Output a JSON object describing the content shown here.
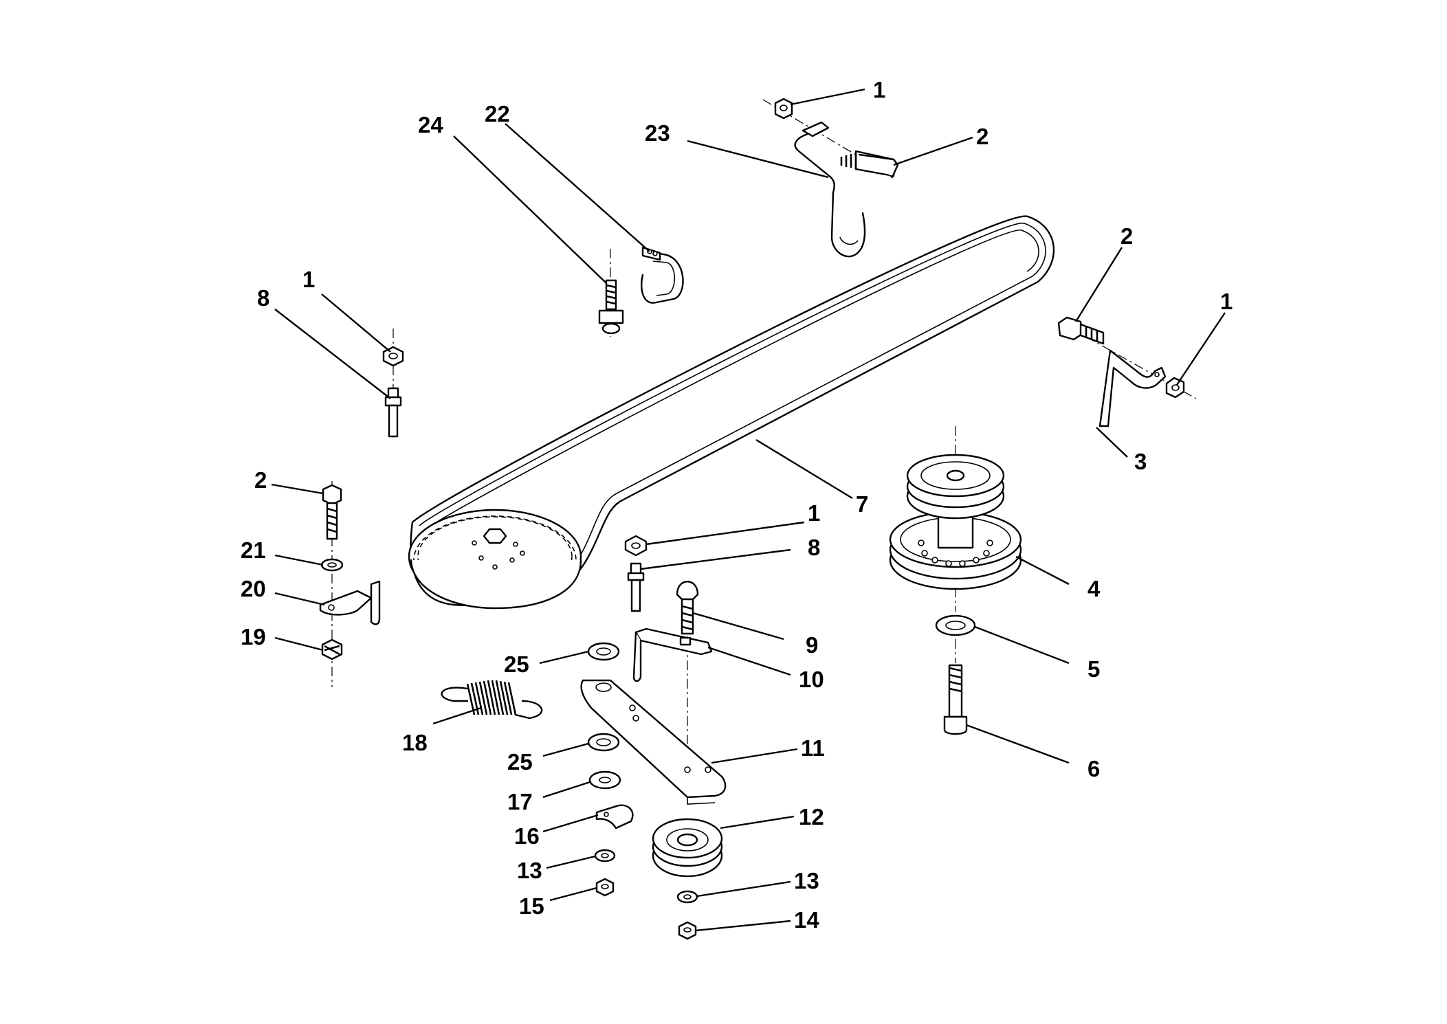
{
  "callouts": [
    {
      "id": "c-1a",
      "text": "1"
    },
    {
      "id": "c-2a",
      "text": "2"
    },
    {
      "id": "c-23",
      "text": "23"
    },
    {
      "id": "c-24",
      "text": "24"
    },
    {
      "id": "c-22",
      "text": "22"
    },
    {
      "id": "c-1b",
      "text": "1"
    },
    {
      "id": "c-8a",
      "text": "8"
    },
    {
      "id": "c-2b",
      "text": "2"
    },
    {
      "id": "c-1c",
      "text": "1"
    },
    {
      "id": "c-3",
      "text": "3"
    },
    {
      "id": "c-7",
      "text": "7"
    },
    {
      "id": "c-2c",
      "text": "2"
    },
    {
      "id": "c-21",
      "text": "21"
    },
    {
      "id": "c-20",
      "text": "20"
    },
    {
      "id": "c-19",
      "text": "19"
    },
    {
      "id": "c-1d",
      "text": "1"
    },
    {
      "id": "c-8b",
      "text": "8"
    },
    {
      "id": "c-9",
      "text": "9"
    },
    {
      "id": "c-10",
      "text": "10"
    },
    {
      "id": "c-25a",
      "text": "25"
    },
    {
      "id": "c-18",
      "text": "18"
    },
    {
      "id": "c-11",
      "text": "11"
    },
    {
      "id": "c-25b",
      "text": "25"
    },
    {
      "id": "c-17",
      "text": "17"
    },
    {
      "id": "c-16",
      "text": "16"
    },
    {
      "id": "c-12",
      "text": "12"
    },
    {
      "id": "c-13a",
      "text": "13"
    },
    {
      "id": "c-15",
      "text": "15"
    },
    {
      "id": "c-13b",
      "text": "13"
    },
    {
      "id": "c-14",
      "text": "14"
    },
    {
      "id": "c-4",
      "text": "4"
    },
    {
      "id": "c-5",
      "text": "5"
    },
    {
      "id": "c-6",
      "text": "6"
    }
  ]
}
